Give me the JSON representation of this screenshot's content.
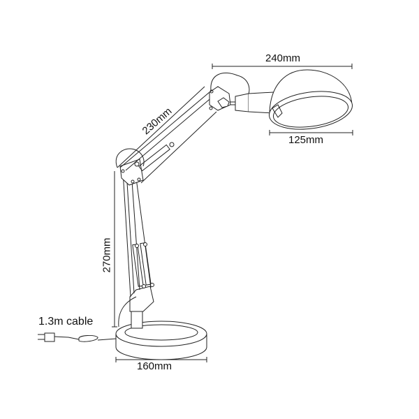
{
  "dimensions": {
    "shade_length": "240mm",
    "shade_diameter": "125mm",
    "upper_arm": "230mm",
    "lower_arm_height": "270mm",
    "cable": "1.3m cable",
    "base_diameter": "160mm"
  },
  "colors": {
    "line": "#222222",
    "background": "#ffffff"
  }
}
